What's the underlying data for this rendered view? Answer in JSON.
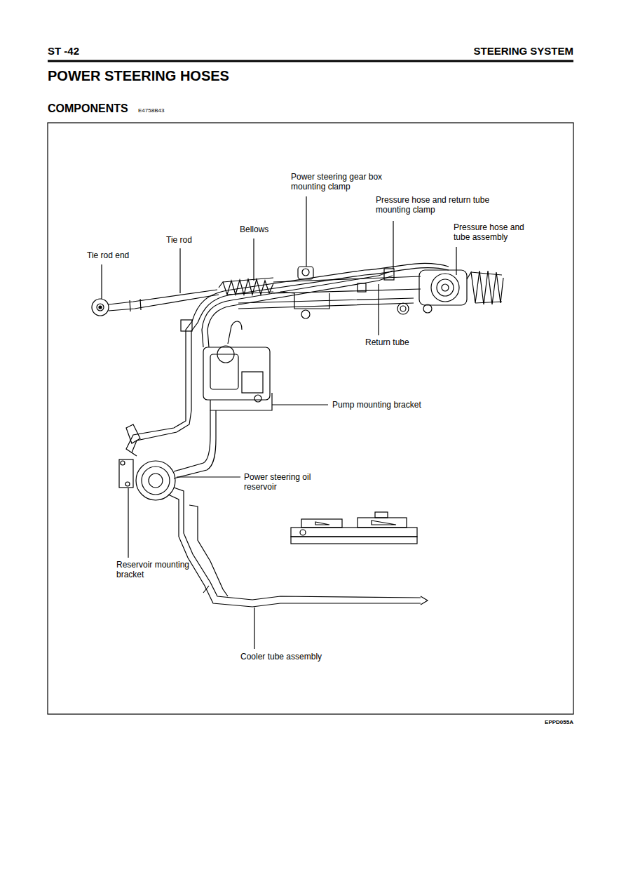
{
  "diagram": {
    "title": "POWER STEERING HOSES",
    "labels": [
      "ST -42",
      "STEERING SYSTEM",
      "COMPONENTS",
      "E4758B43",
      "Power steering gear box mounting clamp",
      "Pressure hose and return tube mounting clamp",
      "Bellows",
      "Tie rod",
      "Tie rod end",
      "Pressure hose and tube assembly",
      "Return tube",
      "Pump mounting bracket",
      "Power steering oil reservoir",
      "Reservoir mounting bracket",
      "Cooler tube assembly",
      "EPPD055A"
    ]
  }
}
